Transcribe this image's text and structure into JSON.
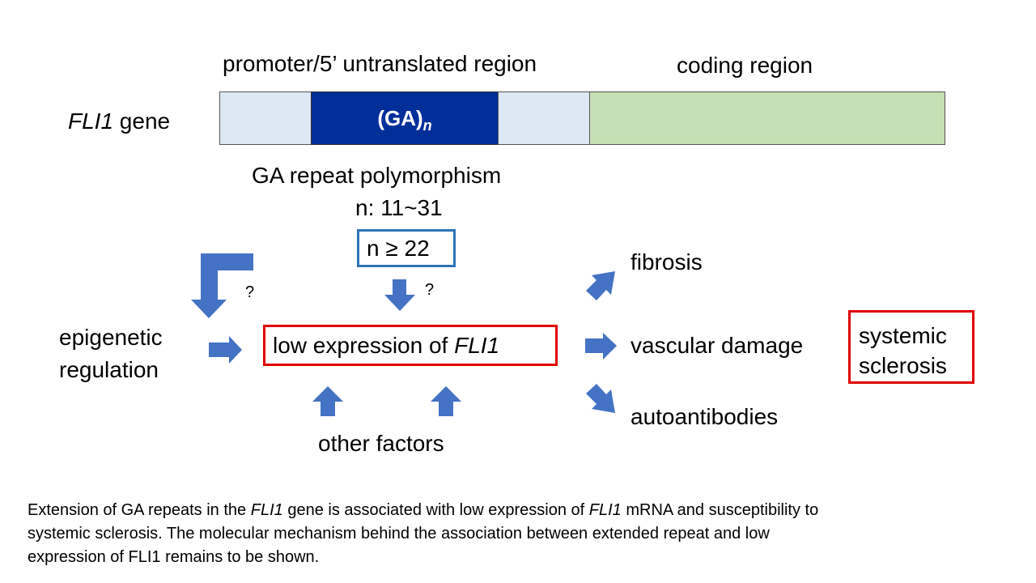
{
  "gene": {
    "label_italic": "FLI1",
    "label_rest": " gene",
    "promoter_label": "promoter/5’ untranslated region",
    "coding_label": "coding region",
    "repeat_text": "(GA)",
    "repeat_subscript": "n"
  },
  "polymorphism": {
    "title": "GA repeat polymorphism",
    "range": "n: 11~31",
    "threshold": "n ≥ 22"
  },
  "question_marks": [
    "?",
    "?"
  ],
  "central": {
    "prefix": "low expression of ",
    "italic": "FLI1"
  },
  "epigenetic": [
    "epigenetic",
    "regulation"
  ],
  "other_factors": "other factors",
  "outcomes": [
    "fibrosis",
    "vascular damage",
    "autoantibodies"
  ],
  "disease": [
    "systemic",
    "sclerosis"
  ],
  "caption": {
    "line1_a": "Extension of GA repeats in the ",
    "line1_b": "FLI1",
    "line1_c": " gene is associated with low expression of ",
    "line1_d": "FLI1",
    "line1_e": " mRNA and susceptibility to",
    "line2": "systemic sclerosis.  The molecular mechanism behind the association between extended repeat and low",
    "line3": "expression of FLI1 remains to be shown."
  },
  "colors": {
    "arrow": "#4472c4",
    "repeat_fill": "#002f9a",
    "utr_fill": "#dde8f5",
    "coding_fill": "#c5e0b4",
    "threshold_border": "#2e75b6",
    "highlight_border": "#e00000"
  }
}
